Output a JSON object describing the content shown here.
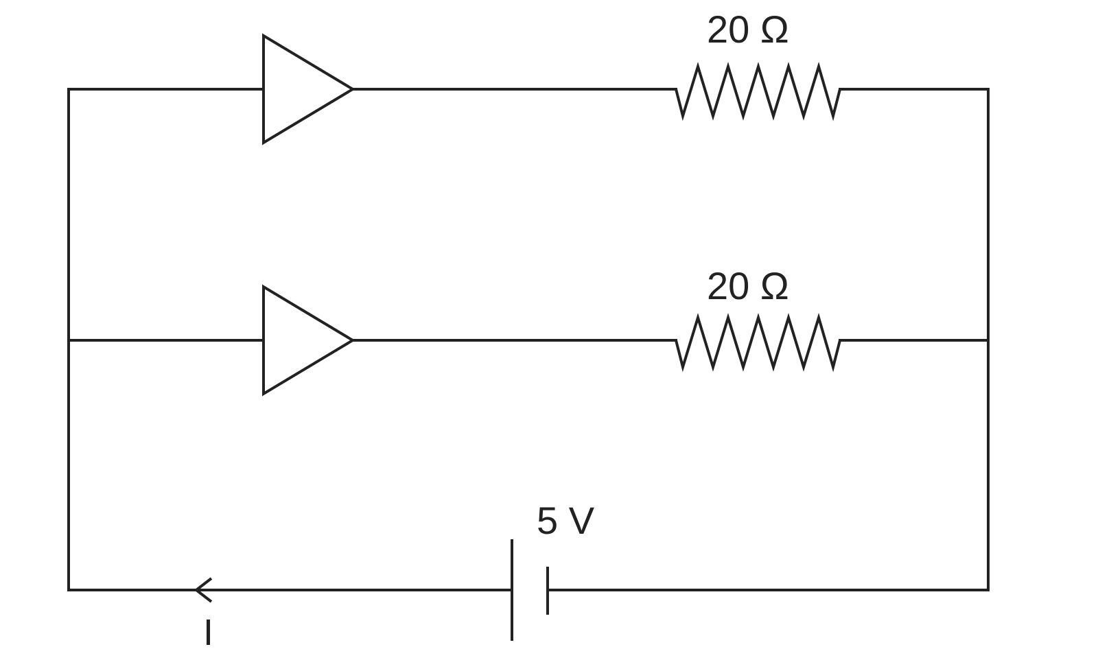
{
  "diagram": {
    "branches": [
      {
        "resistor": {
          "label": "20 Ω"
        },
        "diode": {
          "direction": "forward"
        }
      },
      {
        "resistor": {
          "label": "20 Ω"
        },
        "diode": {
          "direction": "forward"
        }
      }
    ],
    "battery": {
      "label": "5 V"
    },
    "current": {
      "label": "I",
      "direction": "left"
    },
    "colors": {
      "ink": "#222222",
      "background": "#ffffff"
    }
  }
}
